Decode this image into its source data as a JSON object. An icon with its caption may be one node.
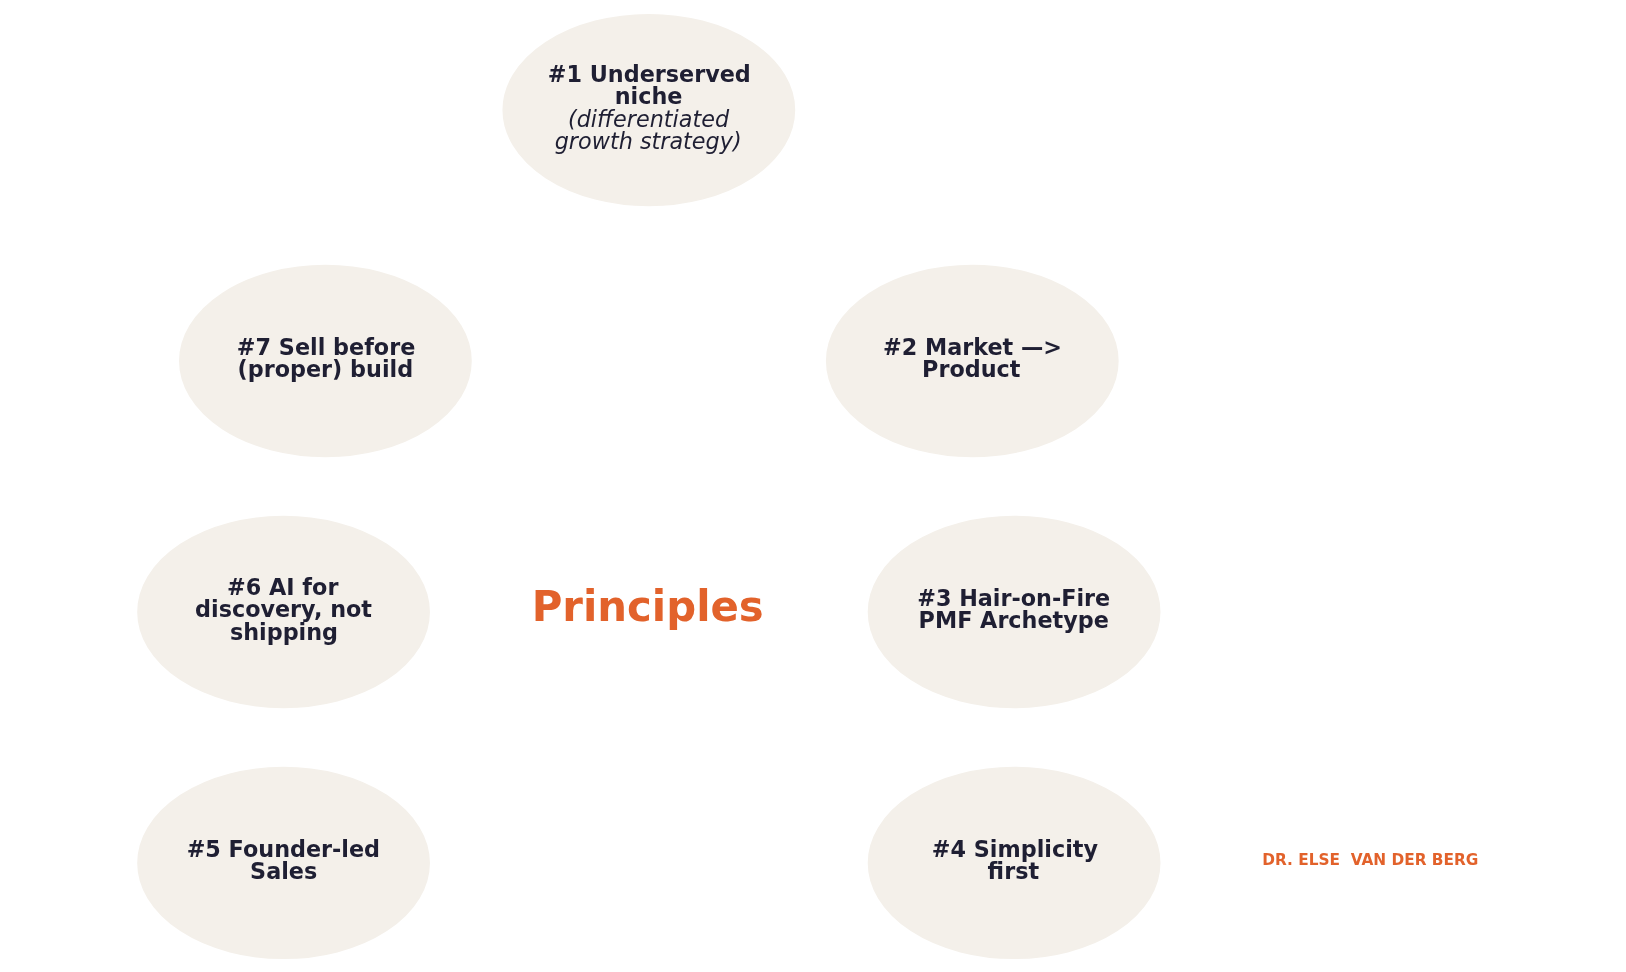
{
  "diagram": {
    "nodes": [
      {
        "text": [
          "#1 Underserved niche",
          "(differentiated growth strategy)"
        ]
      },
      {
        "text": [
          "#2 Market —> Product"
        ]
      },
      {
        "text": [
          "#3 Hair-on-Fire PMF Archetype"
        ]
      },
      {
        "text": [
          "#4 Simplicity first"
        ]
      },
      {
        "text": [
          "#5 Founder-led Sales"
        ]
      },
      {
        "text": [
          "#6 AI for discovery, not shipping"
        ]
      },
      {
        "text": [
          "#7 Sell before (proper) build"
        ]
      }
    ],
    "edges": [],
    "labels": [
      "Principles",
      "DR. ELSE  VAN DER BERG"
    ]
  }
}
